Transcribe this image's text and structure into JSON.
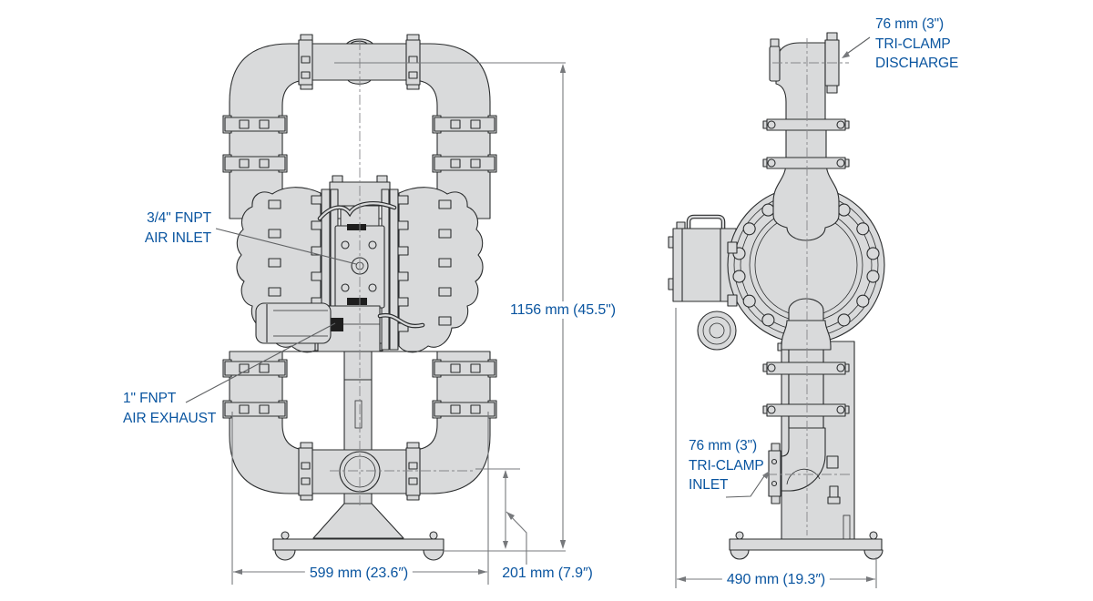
{
  "diagram": {
    "type": "pump-dimensional-drawing",
    "colors": {
      "label_blue": "#0a55a0",
      "body_gray": "#d9dadb",
      "outline_dark": "#2b2d2e",
      "dim_gray": "#77797c"
    },
    "front_view": {
      "labels": {
        "air_inlet_line1": "3/4\" FNPT",
        "air_inlet_line2": "AIR INLET",
        "air_exhaust_line1": "1\" FNPT",
        "air_exhaust_line2": "AIR EXHAUST",
        "height": "1156 mm (45.5\")",
        "width": "599 mm (23.6″)",
        "inlet_height": "201 mm (7.9″)"
      }
    },
    "side_view": {
      "labels": {
        "discharge_line1": "76 mm (3\")",
        "discharge_line2": "TRI-CLAMP",
        "discharge_line3": "DISCHARGE",
        "inlet_line1": "76 mm (3\")",
        "inlet_line2": "TRI-CLAMP",
        "inlet_line3": "INLET",
        "width": "490 mm (19.3″)"
      }
    }
  }
}
